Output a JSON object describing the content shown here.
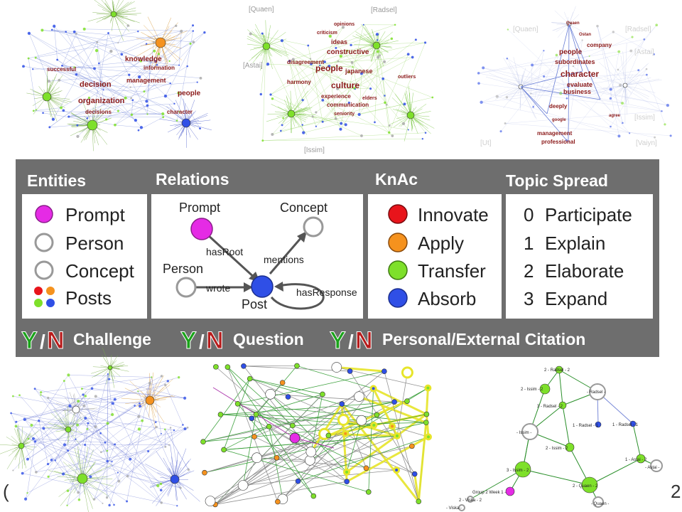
{
  "colors": {
    "prompt": "#e52be5",
    "innovate": "#e8141b",
    "apply": "#f5921e",
    "transfer": "#7ee02a",
    "absorb": "#2f4fe6",
    "header": "#6b6b6b",
    "yes": "#1aa31a",
    "no": "#b71c1c"
  },
  "legend": {
    "entities": {
      "title": "Entities",
      "items": [
        "Prompt",
        "Person",
        "Concept",
        "Posts"
      ]
    },
    "relations": {
      "title": "Relations",
      "nodes": {
        "prompt": "Prompt",
        "concept": "Concept",
        "person": "Person",
        "post": "Post"
      },
      "edges": {
        "has_root": "hasRoot",
        "mentions": "mentions",
        "wrote": "wrote",
        "has_response": "hasResponse"
      }
    },
    "knac": {
      "title": "KnAc",
      "items": [
        "Innovate",
        "Apply",
        "Transfer",
        "Absorb"
      ]
    },
    "topic_spread": {
      "title": "Topic Spread",
      "items": [
        {
          "num": "0",
          "label": "Participate"
        },
        {
          "num": "1",
          "label": "Explain"
        },
        {
          "num": "2",
          "label": "Elaborate"
        },
        {
          "num": "3",
          "label": "Expand"
        }
      ]
    },
    "flags": {
      "y": "Y",
      "slash": "/",
      "n": "N",
      "challenge": "Challenge",
      "question": "Question",
      "citation": "Personal/External Citation"
    }
  },
  "top_graphs": {
    "left": {
      "words": [
        "knowledge",
        "decision",
        "management",
        "organization",
        "people",
        "information",
        "decisions",
        "successful",
        "character"
      ]
    },
    "middle": {
      "brackets": [
        "[Quaen]",
        "[Radsel]",
        "[Astai]",
        "[Issim]"
      ],
      "words": [
        "opinions",
        "criticism",
        "ideas",
        "constructive",
        "disagreement",
        "people",
        "japanese",
        "culture",
        "experience",
        "harmony",
        "communication",
        "seniority",
        "elders",
        "outliers"
      ]
    },
    "right": {
      "brackets": [
        "[Quaen]",
        "[Radsel]",
        "[Astai]",
        "[Issim]",
        "[Vaiyn]",
        "[Ut]"
      ],
      "words": [
        "Quaen",
        "Ostan",
        "company",
        "people",
        "subordinates",
        "character",
        "evaluate",
        "business",
        "deeply",
        "google",
        "management",
        "professional",
        "agree"
      ]
    }
  },
  "bottom_right_graph": {
    "labels": [
      "2 - Radsel - 2",
      "2 - Issim - 2",
      "- Radsel -",
      "3 - Radsel - 2",
      "- Issim -",
      "1 - Radsel - 1",
      "1 - Radsel - 1",
      "2 - Issim - 2",
      "1 - Astai - 2",
      "- Astai -",
      "3 - Issim - 2",
      "2 - Quaen - 2",
      "Group 2 Week 1 -",
      "2 - Viska - 2",
      "- Viska -",
      "- Quaen -"
    ]
  },
  "edge_glyphs": {
    "left": "(",
    "right": "2"
  }
}
